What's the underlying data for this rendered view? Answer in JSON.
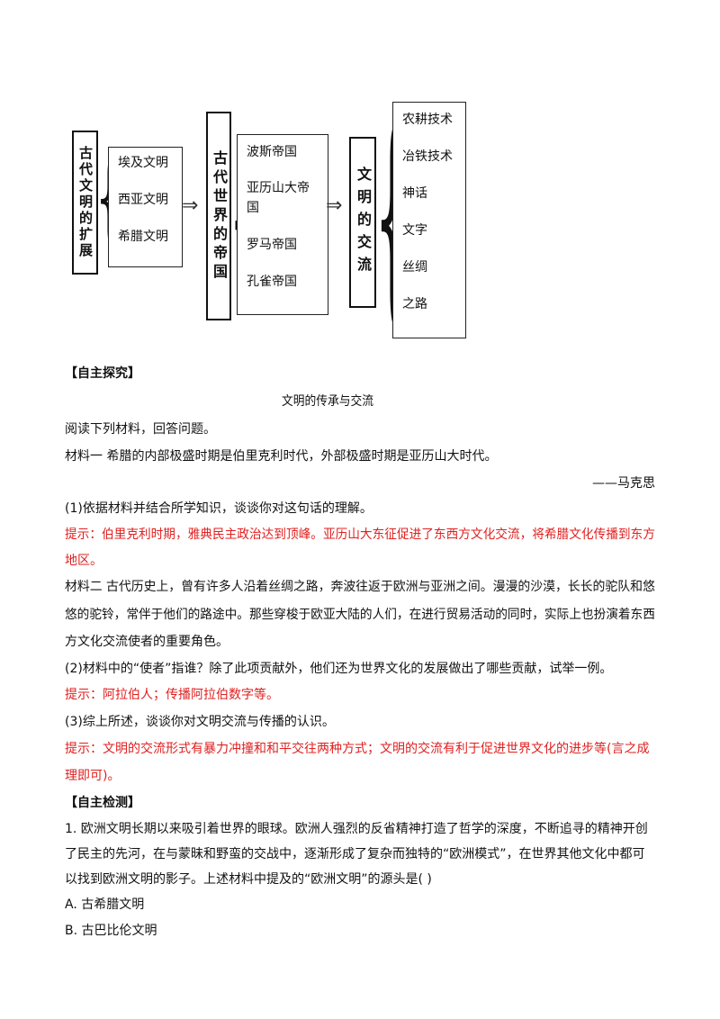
{
  "diagram": {
    "title1": "古代文明的扩展",
    "list1": [
      "埃及文明",
      "西亚文明",
      "希腊文明"
    ],
    "title2": "古代世界的帝国",
    "list2": [
      "波斯帝国",
      "亚历山大帝",
      "国",
      "罗马帝国",
      "孔雀帝国"
    ],
    "title3": "文明的交流",
    "list3": [
      "农耕技术",
      "冶铁技术",
      "神话",
      "文字",
      "丝绸",
      "之路"
    ],
    "arrow_glyph": "⇒",
    "brace_glyph": "{"
  },
  "sections": {
    "explore_heading": "【自主探究】",
    "center_title": "文明的传承与交流",
    "intro": "阅读下列材料，回答问题。",
    "material1": "材料一  希腊的内部极盛时期是伯里克利时代，外部极盛时期是亚历山大时代。",
    "material1_source": "——马克思",
    "q1": "(1)依据材料并结合所学知识，谈谈你对这句话的理解。",
    "a1_line1": "提示：伯里克利时期，雅典民主政治达到顶峰。亚历山大东征促进了东西方文化交流，将希腊文化传播到东方",
    "a1_line2": "地区。",
    "material2_line1": "材料二  古代历史上，曾有许多人沿着丝绸之路，奔波往返于欧洲与亚洲之间。漫漫的沙漠，长长的驼队和悠",
    "material2_line2": "悠的驼铃，常伴于他们的路途中。那些穿梭于欧亚大陆的人们，在进行贸易活动的同时，实际上也扮演着东西",
    "material2_line3": "方文化交流使者的重要角色。",
    "q2": "(2)材料中的“使者”指谁？除了此项贡献外，他们还为世界文化的发展做出了哪些贡献，试举一例。",
    "a2": "提示：阿拉伯人；传播阿拉伯数字等。",
    "q3": " (3)综上所述，谈谈你对文明交流与传播的认识。",
    "a3_line1": "提示：文明的交流形式有暴力冲撞和和平交往两种方式；文明的交流有利于促进世界文化的进步等(言之成",
    "a3_line2": "理即可)。",
    "check_heading": "【自主检测】",
    "q4_line1": "1. 欧洲文明长期以来吸引着世界的眼球。欧洲人强烈的反省精神打造了哲学的深度，不断追寻的精神开创",
    "q4_line2": "了民主的先河，在与蒙昧和野蛮的交战中，逐渐形成了复杂而独特的“欧洲模式”，在世界其他文化中都可",
    "q4_line3": "以找到欧洲文明的影子。上述材料中提及的“欧洲文明”的源头是(      )",
    "optA": "A. 古希腊文明",
    "optB": "B. 古巴比伦文明"
  }
}
